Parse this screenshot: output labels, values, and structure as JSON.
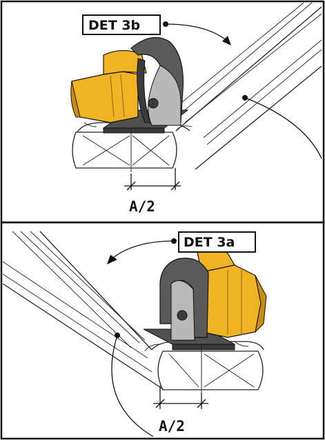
{
  "panels": [
    {
      "id": "top",
      "callout_label": "DET 3b",
      "dimension_label": "A/2"
    },
    {
      "id": "bottom",
      "callout_label": "DET 3a",
      "dimension_label": "A/2"
    }
  ],
  "colors": {
    "saw_body": "#f0b323",
    "saw_body_shadow": "#c98c12",
    "saw_guard": "#5a5a5a",
    "saw_guard_dark": "#3c3c3c",
    "blade": "#b9b9b9",
    "plate": "#505050",
    "beam": "#ffffff",
    "line": "#222222"
  }
}
